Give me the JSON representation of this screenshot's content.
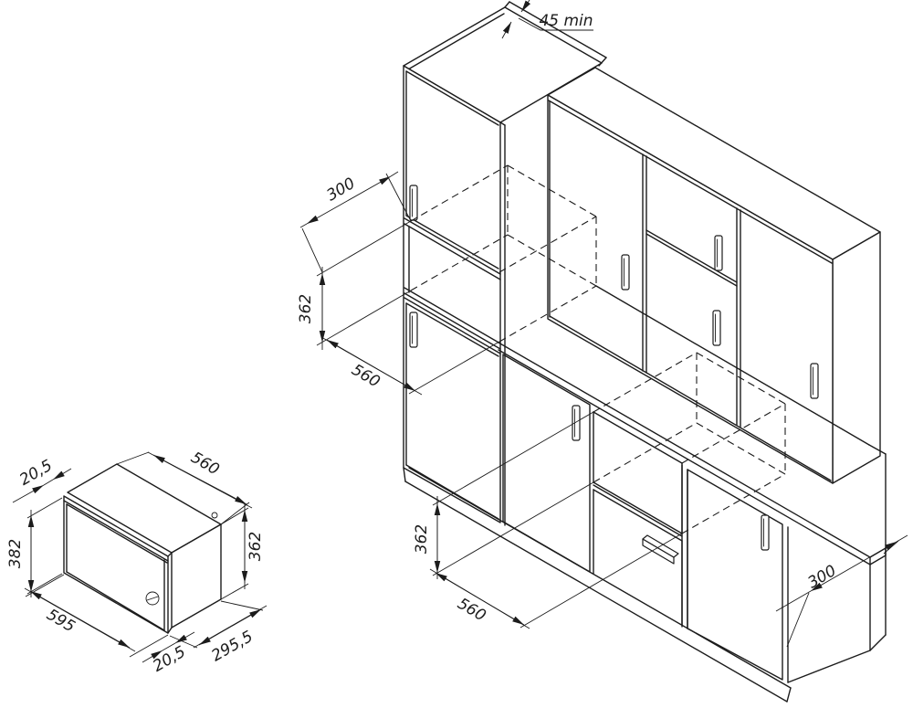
{
  "dims": {
    "vent_gap": "45 min",
    "upper_niche": {
      "depth": "300",
      "height": "362",
      "width": "560"
    },
    "lower_niche": {
      "height": "362",
      "width": "560",
      "depth": "300"
    },
    "appliance": {
      "top_depth": "560",
      "frame_overhang_top": "20,5",
      "front_height": "382",
      "body_height": "362",
      "front_width": "595",
      "frame_overhang_bottom": "20,5",
      "body_depth": "295,5"
    }
  }
}
